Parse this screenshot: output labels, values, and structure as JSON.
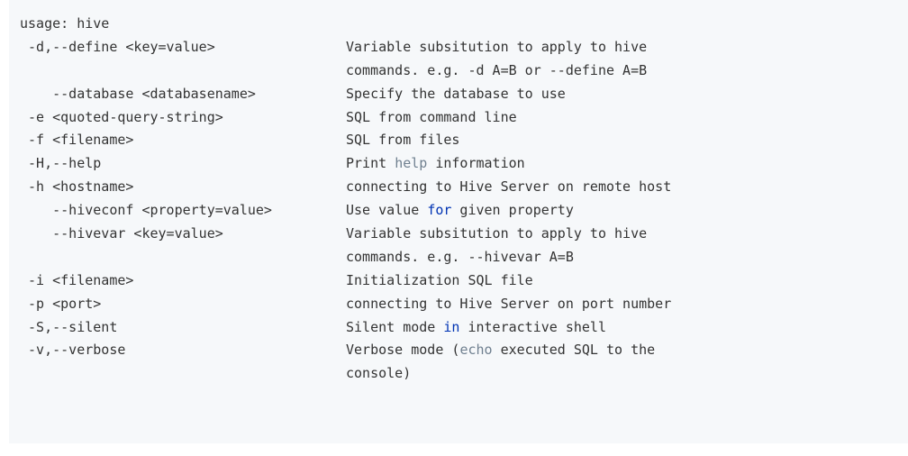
{
  "usage": "usage: hive",
  "options": [
    {
      "opt": " -d,--define <key=value>",
      "desc": [
        "Variable subsitution to apply to hive"
      ]
    },
    {
      "opt": "",
      "desc": [
        "commands. e.g. -d A=B or --define A=B"
      ]
    },
    {
      "opt": "    --database <databasename>",
      "desc": [
        "Specify the database to use"
      ]
    },
    {
      "opt": " -e <quoted-query-string>",
      "desc": [
        "SQL from command line"
      ]
    },
    {
      "opt": " -f <filename>",
      "desc": [
        "SQL from files"
      ]
    },
    {
      "opt": " -H,--help",
      "desc": [
        "Print ",
        "help",
        " information"
      ]
    },
    {
      "opt": " -h <hostname>",
      "desc": [
        "connecting to Hive Server on remote host"
      ]
    },
    {
      "opt": "    --hiveconf <property=value>",
      "desc": [
        "Use value ",
        "for",
        " given property"
      ]
    },
    {
      "opt": "    --hivevar <key=value>",
      "desc": [
        "Variable subsitution to apply to hive"
      ]
    },
    {
      "opt": "",
      "desc": [
        "commands. e.g. --hivevar A=B"
      ]
    },
    {
      "opt": " -i <filename>",
      "desc": [
        "Initialization SQL file"
      ]
    },
    {
      "opt": " -p <port>",
      "desc": [
        "connecting to Hive Server on port number"
      ]
    },
    {
      "opt": " -S,--silent",
      "desc": [
        "Silent mode ",
        "in",
        " interactive shell"
      ]
    },
    {
      "opt": " -v,--verbose",
      "desc": [
        "Verbose mode (",
        "echo",
        " executed SQL to the"
      ]
    },
    {
      "opt": "",
      "desc": [
        "console)"
      ]
    }
  ],
  "colors": {
    "background": "#f6f8fa",
    "text": "#333333",
    "keyword_gray": "#708090",
    "keyword_blue": "#0033b3"
  }
}
